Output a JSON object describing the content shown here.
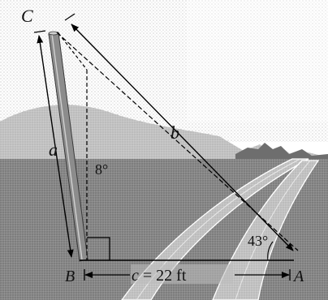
{
  "figure": {
    "labels": {
      "C": "C",
      "B": "B",
      "A": "A",
      "a": "a",
      "b": "b",
      "tilt_angle": "8°",
      "angle_A": "43°",
      "c_letter": "c",
      "c_value": " = 22 ft"
    }
  }
}
